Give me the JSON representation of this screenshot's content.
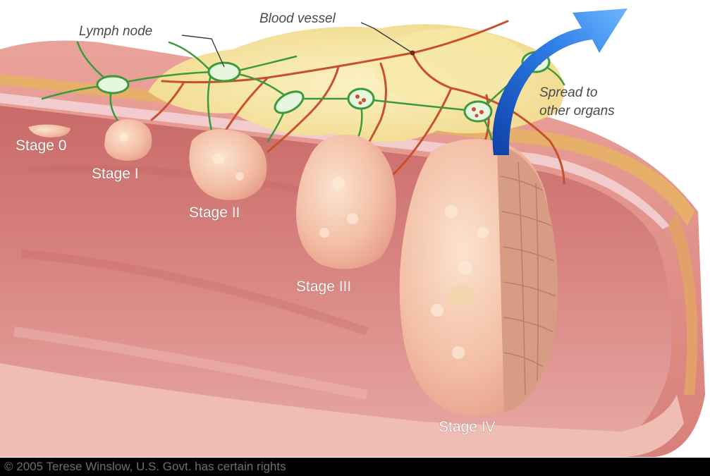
{
  "labels": {
    "lymph_node": "Lymph node",
    "blood_vessel": "Blood vessel",
    "spread_line1": "Spread to",
    "spread_line2": "other organs",
    "stage_0": "Stage 0",
    "stage_1": "Stage I",
    "stage_2": "Stage II",
    "stage_3": "Stage III",
    "stage_4": "Stage IV"
  },
  "footer": {
    "copyright": "© 2005 Terese Winslow, U.S. Govt. has certain rights"
  },
  "colors": {
    "tissue": "#e89a92",
    "tumor": "#f3c0a8",
    "fat": "#f5e7a4",
    "vessel": "#c9502e",
    "lymph_channel": "#3c9a3c",
    "arrow": "#1e5fd0",
    "footer_bg": "#000000"
  }
}
